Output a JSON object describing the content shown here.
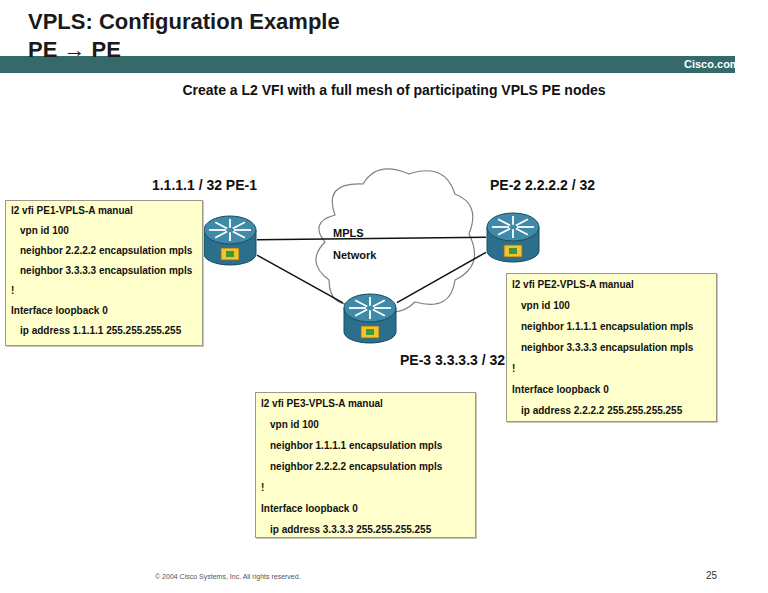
{
  "diagram": {
    "title": "VPLS: Configuration Example PE → PE",
    "nodes": [
      {
        "text": [
          "1.1.1.1 / 32 PE-1"
        ]
      },
      {
        "text": [
          "PE-2 2.2.2.2 / 32"
        ]
      },
      {
        "text": [
          "MPLS Network"
        ]
      },
      {
        "text": [
          "l2 vfi PE1-VPLS-A manual",
          "vpn id 100",
          "neighbor 2.2.2.2 encapsulation mpls",
          "neighbor 3.3.3.3 encapsulation mpls",
          "!",
          "Interface loopback 0",
          "ip address 1.1.1.1 255.255.255.255"
        ]
      },
      {
        "text": [
          "l2 vfi PE2-VPLS-A manual",
          "vpn id 100",
          "neighbor 1.1.1.1 encapsulation mpls",
          "neighbor 3.3.3.3 encapsulation mpls",
          "!",
          "Interface loopback 0",
          "ip address 2.2.2.2 255.255.255.255"
        ]
      },
      {
        "text": [
          "PE-3 3.3.3.3 / 32"
        ]
      },
      {
        "text": [
          "l2 vfi PE3-VPLS-A manual",
          "vpn id 100",
          "neighbor 1.1.1.1 encapsulation mpls",
          "neighbor 2.2.2.2 encapsulation mpls",
          "!",
          "Interface loopback 0",
          "ip address 3.3.3.3 255.255.255.255"
        ]
      }
    ],
    "edges": [
      {
        "from": 0,
        "to": 1,
        "arrow": "none"
      },
      {
        "from": 0,
        "to": 5,
        "arrow": "none"
      },
      {
        "from": 1,
        "to": 5,
        "arrow": "none"
      }
    ],
    "labels": [
      "Cisco.com",
      "Create a L2 VFI with a full mesh of participating VPLS PE nodes",
      "© 2004 Cisco Systems, Inc. All rights reserved.",
      "25"
    ]
  }
}
